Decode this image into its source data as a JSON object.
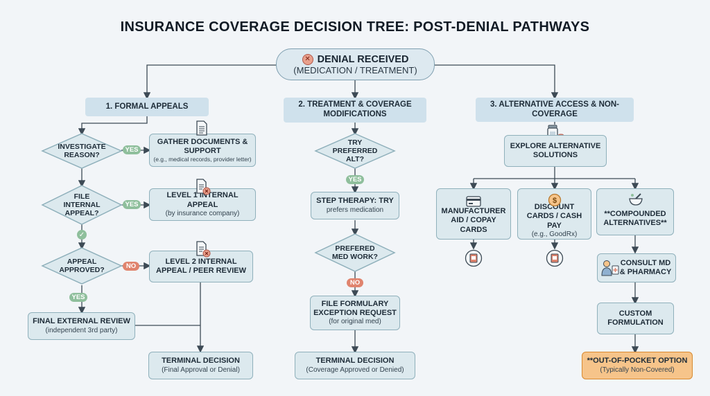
{
  "title": "INSURANCE COVERAGE DECISION TREE: POST-DENIAL PATHWAYS",
  "root": {
    "line1": "DENIAL RECEIVED",
    "line2": "(MEDICATION / TREATMENT)"
  },
  "headers": {
    "h1": "1. FORMAL APPEALS",
    "h2": "2. TREATMENT & COVERAGE MODIFICATIONS",
    "h3": "3. ALTERNATIVE ACCESS & NON-COVERAGE"
  },
  "col1": {
    "d1": "INVESTIGATE REASON?",
    "gather": {
      "title": "GATHER DOCUMENTS & SUPPORT",
      "sub": "(e.g., medical records, provider letter)"
    },
    "d2": "FILE INTERNAL APPEAL?",
    "level1": {
      "title": "LEVEL 1 INTERNAL APPEAL",
      "sub": "(by insurance company)"
    },
    "d3": "APPEAL APPROVED?",
    "level2": {
      "title": "LEVEL 2 INTERNAL APPEAL / PEER REVIEW"
    },
    "external": {
      "title": "FINAL EXTERNAL REVIEW",
      "sub": "(independent 3rd party)"
    },
    "terminal": {
      "title": "TERMINAL DECISION",
      "sub": "(Final Approval or Denial)"
    }
  },
  "col2": {
    "d1": "TRY PREFERRED ALT?",
    "step": {
      "title": "STEP THERAPY: TRY",
      "sub": "prefers medication"
    },
    "d2": "PREFERED MED WORK?",
    "exception": {
      "title": "FILE FORMULARY EXCEPTION REQUEST",
      "sub": "(for original med)"
    },
    "terminal": {
      "title": "TERMINAL DECISION",
      "sub": "(Coverage Approved or Denied)"
    }
  },
  "col3": {
    "explore": "EXPLORE ALTERNATIVE SOLUTIONS",
    "manufacturer": "MANUFACTURER AID / COPAY CARDS",
    "discount": {
      "title": "DISCOUNT CARDS / CASH PAY",
      "sub": "(e.g., GoodRx)"
    },
    "compounded": "**COMPOUNDED ALTERNATIVES**",
    "consult": "CONSULT MD & PHARMACY",
    "custom": "CUSTOM FORMULATION",
    "oop": {
      "title": "**OUT-OF-POCKET OPTION",
      "sub": "(Typically Non-Covered)"
    }
  },
  "labels": {
    "yes": "YES",
    "no": "NO"
  }
}
